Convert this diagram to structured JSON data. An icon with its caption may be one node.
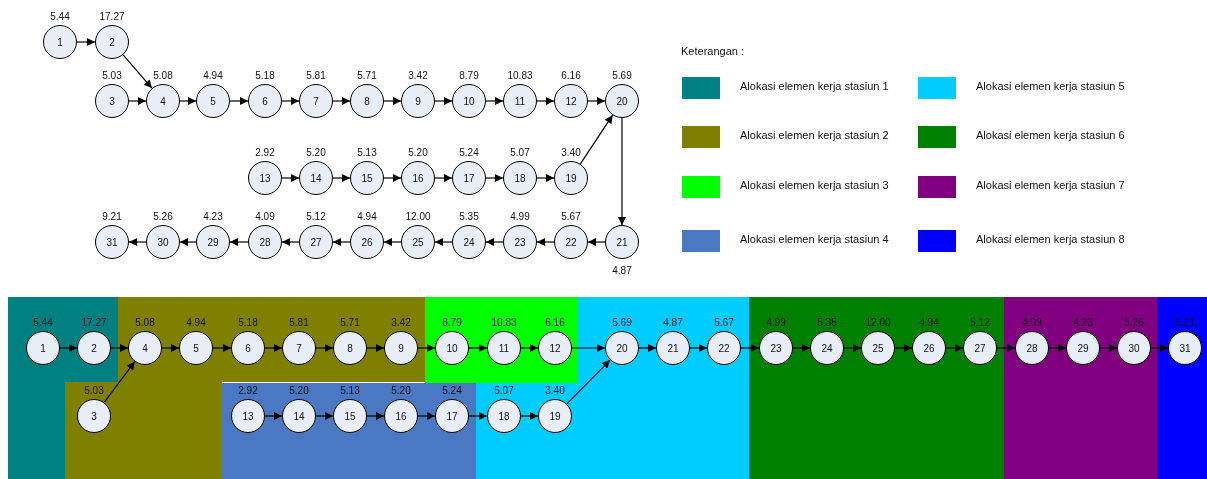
{
  "diagram": {
    "nodes": [
      {
        "text": [
          "1"
        ],
        "beside": [
          "5.44"
        ]
      },
      {
        "text": [
          "2"
        ],
        "beside": [
          "17.27"
        ]
      },
      {
        "text": [
          "3"
        ],
        "beside": [
          "5.03"
        ]
      },
      {
        "text": [
          "4"
        ],
        "beside": [
          "5.08"
        ]
      },
      {
        "text": [
          "5"
        ],
        "beside": [
          "4.94"
        ]
      },
      {
        "text": [
          "6"
        ],
        "beside": [
          "5.18"
        ]
      },
      {
        "text": [
          "7"
        ],
        "beside": [
          "5.81"
        ]
      },
      {
        "text": [
          "8"
        ],
        "beside": [
          "5.71"
        ]
      },
      {
        "text": [
          "9"
        ],
        "beside": [
          "3.42"
        ]
      },
      {
        "text": [
          "10"
        ],
        "beside": [
          "8.79"
        ]
      },
      {
        "text": [
          "11"
        ],
        "beside": [
          "10.83"
        ]
      },
      {
        "text": [
          "12"
        ],
        "beside": [
          "6.16"
        ]
      },
      {
        "text": [
          "13"
        ],
        "beside": [
          "2.92"
        ]
      },
      {
        "text": [
          "14"
        ],
        "beside": [
          "5.20"
        ]
      },
      {
        "text": [
          "15"
        ],
        "beside": [
          "5.13"
        ]
      },
      {
        "text": [
          "16"
        ],
        "beside": [
          "5.20"
        ]
      },
      {
        "text": [
          "17"
        ],
        "beside": [
          "5.24"
        ]
      },
      {
        "text": [
          "18"
        ],
        "beside": [
          "5.07"
        ]
      },
      {
        "text": [
          "19"
        ],
        "beside": [
          "3.40"
        ]
      },
      {
        "text": [
          "20"
        ],
        "beside": [
          "5.69"
        ]
      },
      {
        "text": [
          "21"
        ],
        "beside": [
          "4.87"
        ]
      },
      {
        "text": [
          "22"
        ],
        "beside": [
          "5.67"
        ]
      },
      {
        "text": [
          "23"
        ],
        "beside": [
          "4.99"
        ]
      },
      {
        "text": [
          "24"
        ],
        "beside": [
          "5.35"
        ]
      },
      {
        "text": [
          "25"
        ],
        "beside": [
          "12.00"
        ]
      },
      {
        "text": [
          "26"
        ],
        "beside": [
          "4.94"
        ]
      },
      {
        "text": [
          "27"
        ],
        "beside": [
          "5.12"
        ]
      },
      {
        "text": [
          "28"
        ],
        "beside": [
          "4.09"
        ]
      },
      {
        "text": [
          "29"
        ],
        "beside": [
          "4.23"
        ]
      },
      {
        "text": [
          "30"
        ],
        "beside": [
          "5.26"
        ]
      },
      {
        "text": [
          "31"
        ],
        "beside": [
          "9.21"
        ]
      },
      {
        "text": [],
        "shape": "box"
      },
      {
        "text": [],
        "shape": "box"
      },
      {
        "text": [],
        "shape": "box"
      },
      {
        "text": [],
        "shape": "box"
      },
      {
        "text": [],
        "shape": "box"
      },
      {
        "text": [],
        "shape": "box"
      },
      {
        "text": [],
        "shape": "box"
      },
      {
        "text": [],
        "shape": "box"
      },
      {
        "text": [
          "1"
        ],
        "beside": [
          "5.44"
        ],
        "in": 31
      },
      {
        "text": [
          "2"
        ],
        "beside": [
          "17.27"
        ],
        "in": 31
      },
      {
        "text": [
          "3"
        ],
        "beside": [
          "5.03"
        ],
        "in": 32
      },
      {
        "text": [
          "4"
        ],
        "beside": [
          "5.08"
        ],
        "in": 32
      },
      {
        "text": [
          "5"
        ],
        "beside": [
          "4.94"
        ],
        "in": 32
      },
      {
        "text": [
          "6"
        ],
        "beside": [
          "5.18"
        ],
        "in": 32
      },
      {
        "text": [
          "7"
        ],
        "beside": [
          "5.81"
        ],
        "in": 32
      },
      {
        "text": [
          "8"
        ],
        "beside": [
          "5.71"
        ],
        "in": 32
      },
      {
        "text": [
          "9"
        ],
        "beside": [
          "3.42"
        ],
        "in": 32
      },
      {
        "text": [
          "10"
        ],
        "beside": [
          "8.79"
        ],
        "in": 33
      },
      {
        "text": [
          "11"
        ],
        "beside": [
          "10.83"
        ],
        "in": 33
      },
      {
        "text": [
          "12"
        ],
        "beside": [
          "6.16"
        ],
        "in": 33
      },
      {
        "text": [
          "13"
        ],
        "beside": [
          "2.92"
        ],
        "in": 34
      },
      {
        "text": [
          "14"
        ],
        "beside": [
          "5.20"
        ],
        "in": 34
      },
      {
        "text": [
          "15"
        ],
        "beside": [
          "5.13"
        ],
        "in": 34
      },
      {
        "text": [
          "16"
        ],
        "beside": [
          "5.20"
        ],
        "in": 34
      },
      {
        "text": [
          "17"
        ],
        "beside": [
          "5.24"
        ],
        "in": 34
      },
      {
        "text": [
          "18"
        ],
        "beside": [
          "5.07"
        ],
        "in": 35
      },
      {
        "text": [
          "19"
        ],
        "beside": [
          "3.40"
        ],
        "in": 35
      },
      {
        "text": [
          "20"
        ],
        "beside": [
          "5.69"
        ],
        "in": 35
      },
      {
        "text": [
          "21"
        ],
        "beside": [
          "4.87"
        ],
        "in": 35
      },
      {
        "text": [
          "22"
        ],
        "beside": [
          "5.67"
        ],
        "in": 35
      },
      {
        "text": [
          "23"
        ],
        "beside": [
          "4.99"
        ],
        "in": 36
      },
      {
        "text": [
          "24"
        ],
        "beside": [
          "5.35"
        ],
        "in": 36
      },
      {
        "text": [
          "25"
        ],
        "beside": [
          "12.00"
        ],
        "in": 36
      },
      {
        "text": [
          "26"
        ],
        "beside": [
          "4.94"
        ],
        "in": 36
      },
      {
        "text": [
          "27"
        ],
        "beside": [
          "5.12"
        ],
        "in": 36
      },
      {
        "text": [
          "28"
        ],
        "beside": [
          "4.09"
        ],
        "in": 37
      },
      {
        "text": [
          "29"
        ],
        "beside": [
          "4.23"
        ],
        "in": 37
      },
      {
        "text": [
          "30"
        ],
        "beside": [
          "5.26"
        ],
        "in": 37
      },
      {
        "text": [
          "31"
        ],
        "beside": [
          "9.21"
        ],
        "in": 38
      }
    ],
    "edges": [
      {
        "from": 0,
        "to": 1,
        "arrow": "to"
      },
      {
        "from": 1,
        "to": 3,
        "arrow": "to"
      },
      {
        "from": 2,
        "to": 3,
        "arrow": "to"
      },
      {
        "from": 3,
        "to": 4,
        "arrow": "to"
      },
      {
        "from": 4,
        "to": 5,
        "arrow": "to"
      },
      {
        "from": 5,
        "to": 6,
        "arrow": "to"
      },
      {
        "from": 6,
        "to": 7,
        "arrow": "to"
      },
      {
        "from": 7,
        "to": 8,
        "arrow": "to"
      },
      {
        "from": 8,
        "to": 9,
        "arrow": "to"
      },
      {
        "from": 9,
        "to": 10,
        "arrow": "to"
      },
      {
        "from": 10,
        "to": 11,
        "arrow": "to"
      },
      {
        "from": 11,
        "to": 19,
        "arrow": "to"
      },
      {
        "from": 12,
        "to": 13,
        "arrow": "to"
      },
      {
        "from": 13,
        "to": 14,
        "arrow": "to"
      },
      {
        "from": 14,
        "to": 15,
        "arrow": "to"
      },
      {
        "from": 15,
        "to": 16,
        "arrow": "to"
      },
      {
        "from": 16,
        "to": 17,
        "arrow": "to"
      },
      {
        "from": 17,
        "to": 18,
        "arrow": "to"
      },
      {
        "from": 18,
        "to": 19,
        "arrow": "to"
      },
      {
        "from": 19,
        "to": 20,
        "arrow": "to"
      },
      {
        "from": 20,
        "to": 21,
        "arrow": "to"
      },
      {
        "from": 21,
        "to": 22,
        "arrow": "to"
      },
      {
        "from": 22,
        "to": 23,
        "arrow": "to"
      },
      {
        "from": 23,
        "to": 24,
        "arrow": "to"
      },
      {
        "from": 24,
        "to": 25,
        "arrow": "to"
      },
      {
        "from": 25,
        "to": 26,
        "arrow": "to"
      },
      {
        "from": 26,
        "to": 27,
        "arrow": "to"
      },
      {
        "from": 27,
        "to": 28,
        "arrow": "to"
      },
      {
        "from": 28,
        "to": 29,
        "arrow": "to"
      },
      {
        "from": 29,
        "to": 30,
        "arrow": "to"
      },
      {
        "from": 39,
        "to": 40,
        "arrow": "to"
      },
      {
        "from": 40,
        "to": 42,
        "arrow": "to"
      },
      {
        "from": 41,
        "to": 42,
        "arrow": "to"
      },
      {
        "from": 42,
        "to": 43,
        "arrow": "to"
      },
      {
        "from": 43,
        "to": 44,
        "arrow": "to"
      },
      {
        "from": 44,
        "to": 45,
        "arrow": "to"
      },
      {
        "from": 45,
        "to": 46,
        "arrow": "to"
      },
      {
        "from": 46,
        "to": 47,
        "arrow": "to"
      },
      {
        "from": 47,
        "to": 48,
        "arrow": "to"
      },
      {
        "from": 48,
        "to": 49,
        "arrow": "to"
      },
      {
        "from": 49,
        "to": 50,
        "arrow": "to"
      },
      {
        "from": 50,
        "to": 58,
        "arrow": "to"
      },
      {
        "from": 51,
        "to": 52,
        "arrow": "to"
      },
      {
        "from": 52,
        "to": 53,
        "arrow": "to"
      },
      {
        "from": 53,
        "to": 54,
        "arrow": "to"
      },
      {
        "from": 54,
        "to": 55,
        "arrow": "to"
      },
      {
        "from": 55,
        "to": 56,
        "arrow": "to"
      },
      {
        "from": 56,
        "to": 57,
        "arrow": "to"
      },
      {
        "from": 57,
        "to": 58,
        "arrow": "to"
      },
      {
        "from": 58,
        "to": 59,
        "arrow": "to"
      },
      {
        "from": 59,
        "to": 60,
        "arrow": "to"
      },
      {
        "from": 60,
        "to": 61,
        "arrow": "to"
      },
      {
        "from": 61,
        "to": 62,
        "arrow": "to"
      },
      {
        "from": 62,
        "to": 63,
        "arrow": "to"
      },
      {
        "from": 63,
        "to": 64,
        "arrow": "to"
      },
      {
        "from": 64,
        "to": 65,
        "arrow": "to"
      },
      {
        "from": 65,
        "to": 66,
        "arrow": "to"
      },
      {
        "from": 66,
        "to": 67,
        "arrow": "to"
      },
      {
        "from": 67,
        "to": 68,
        "arrow": "to"
      },
      {
        "from": 68,
        "to": 69,
        "arrow": "to"
      }
    ],
    "labels": [
      "Keterangan :"
    ],
    "legend": [
      {
        "text": "Alokasi elemen kerja stasiun 1",
        "color": "#008080"
      },
      {
        "text": "Alokasi elemen kerja stasiun 2",
        "color": "#808000"
      },
      {
        "text": "Alokasi elemen kerja stasiun 3",
        "color": "#00ff00"
      },
      {
        "text": "Alokasi elemen kerja stasiun 4",
        "color": "#4a78c2"
      },
      {
        "text": "Alokasi elemen kerja stasiun 5",
        "color": "#00ccff"
      },
      {
        "text": "Alokasi elemen kerja stasiun 6",
        "color": "#008000"
      },
      {
        "text": "Alokasi elemen kerja stasiun 7",
        "color": "#800080"
      },
      {
        "text": "Alokasi elemen kerja stasiun 8",
        "color": "#0000ff"
      }
    ]
  }
}
